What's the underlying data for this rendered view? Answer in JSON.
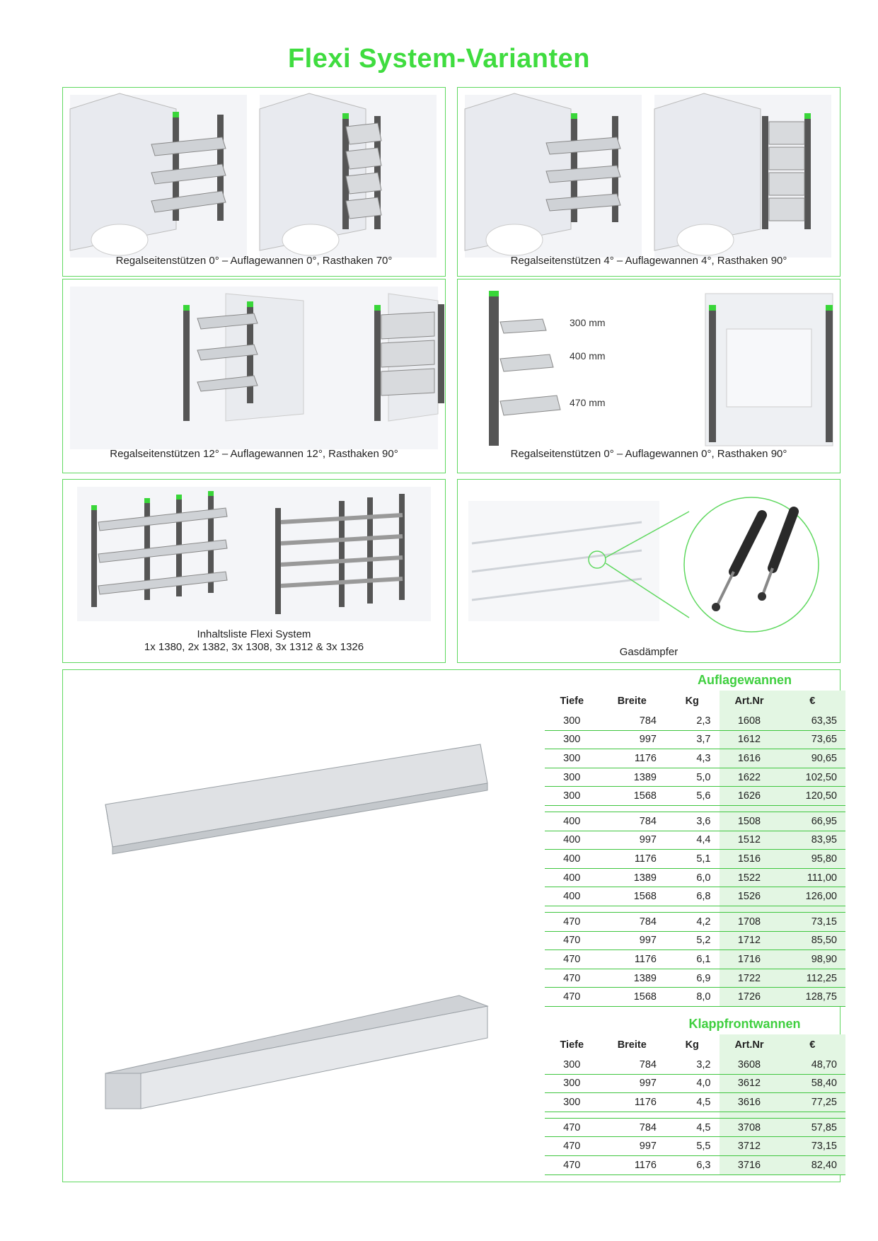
{
  "page_title": "Flexi System-Varianten",
  "panels": {
    "p1": "Regalseitenstützen 0° – Auflagewannen 0°, Rasthaken 70°",
    "p2": "Regalseitenstützen 4° – Auflagewannen 4°, Rasthaken 90°",
    "p3": "Regalseitenstützen 12° – Auflagewannen 12°, Rasthaken 90°",
    "p4": "Regalseitenstützen 0° – Auflagewannen 0°, Rasthaken 90°",
    "p5_line1": "Inhaltsliste Flexi System",
    "p5_line2": "1x 1380, 2x 1382, 3x 1308, 3x 1312 & 3x 1326",
    "p6": "Gasdämpfer",
    "mm": [
      "300 mm",
      "400 mm",
      "470 mm"
    ]
  },
  "colors": {
    "accent": "#3fdc3f",
    "border": "#5fd85f",
    "highlight": "#e3f6e3"
  },
  "headers": [
    "Tiefe",
    "Breite",
    "Kg",
    "Art.Nr",
    "€"
  ],
  "tables": {
    "auflage": {
      "title": "Auflagewannen",
      "groups": [
        [
          [
            "300",
            "784",
            "2,3",
            "1608",
            "63,35"
          ],
          [
            "300",
            "997",
            "3,7",
            "1612",
            "73,65"
          ],
          [
            "300",
            "1176",
            "4,3",
            "1616",
            "90,65"
          ],
          [
            "300",
            "1389",
            "5,0",
            "1622",
            "102,50"
          ],
          [
            "300",
            "1568",
            "5,6",
            "1626",
            "120,50"
          ]
        ],
        [
          [
            "400",
            "784",
            "3,6",
            "1508",
            "66,95"
          ],
          [
            "400",
            "997",
            "4,4",
            "1512",
            "83,95"
          ],
          [
            "400",
            "1176",
            "5,1",
            "1516",
            "95,80"
          ],
          [
            "400",
            "1389",
            "6,0",
            "1522",
            "111,00"
          ],
          [
            "400",
            "1568",
            "6,8",
            "1526",
            "126,00"
          ]
        ],
        [
          [
            "470",
            "784",
            "4,2",
            "1708",
            "73,15"
          ],
          [
            "470",
            "997",
            "5,2",
            "1712",
            "85,50"
          ],
          [
            "470",
            "1176",
            "6,1",
            "1716",
            "98,90"
          ],
          [
            "470",
            "1389",
            "6,9",
            "1722",
            "112,25"
          ],
          [
            "470",
            "1568",
            "8,0",
            "1726",
            "128,75"
          ]
        ]
      ]
    },
    "klapp": {
      "title": "Klappfrontwannen",
      "groups": [
        [
          [
            "300",
            "784",
            "3,2",
            "3608",
            "48,70"
          ],
          [
            "300",
            "997",
            "4,0",
            "3612",
            "58,40"
          ],
          [
            "300",
            "1176",
            "4,5",
            "3616",
            "77,25"
          ]
        ],
        [
          [
            "470",
            "784",
            "4,5",
            "3708",
            "57,85"
          ],
          [
            "470",
            "997",
            "5,5",
            "3712",
            "73,15"
          ],
          [
            "470",
            "1176",
            "6,3",
            "3716",
            "82,40"
          ]
        ]
      ]
    }
  }
}
